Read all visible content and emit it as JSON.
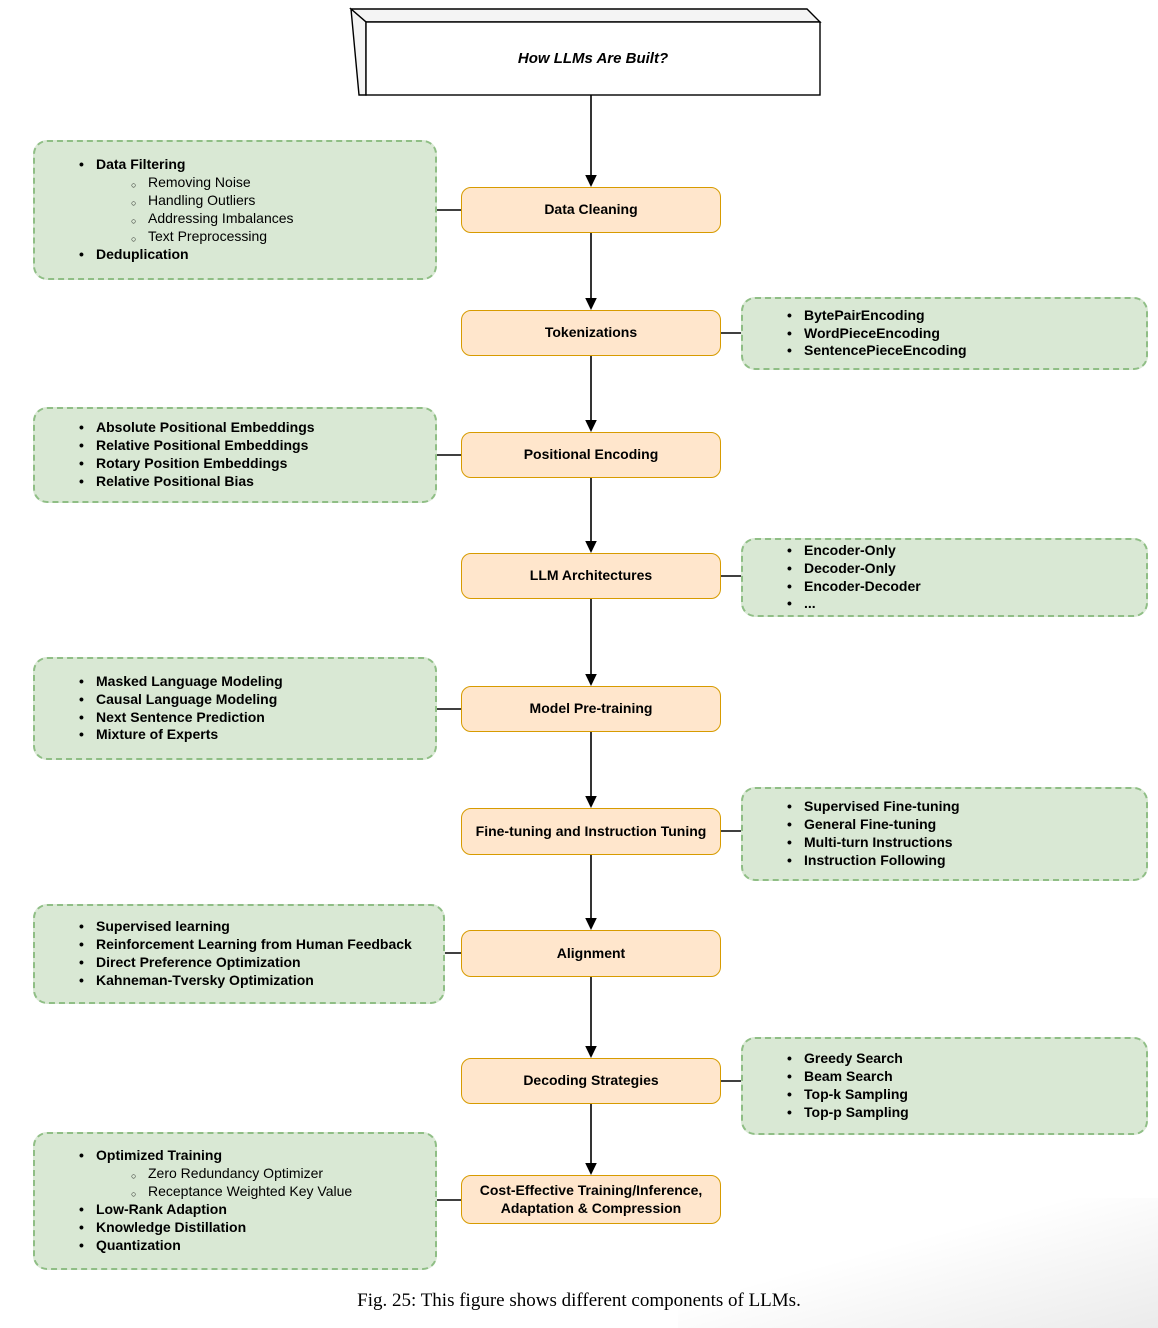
{
  "title": "How LLMs Are Built?",
  "caption": "Fig. 25: This figure shows different components of LLMs.",
  "colors": {
    "process_fill": "#ffe6cc",
    "process_border": "#d79b00",
    "note_fill": "#d9e8d4",
    "note_border": "#8fbe85"
  },
  "steps": [
    {
      "label": "Data Cleaning",
      "note": {
        "side": "left",
        "items": [
          {
            "text": "Data Filtering",
            "level": 1
          },
          {
            "text": "Removing Noise",
            "level": 2
          },
          {
            "text": "Handling Outliers",
            "level": 2
          },
          {
            "text": "Addressing Imbalances",
            "level": 2
          },
          {
            "text": "Text Preprocessing",
            "level": 2
          },
          {
            "text": "Deduplication",
            "level": 1
          }
        ]
      }
    },
    {
      "label": "Tokenizations",
      "note": {
        "side": "right",
        "items": [
          {
            "text": "BytePairEncoding",
            "level": 1
          },
          {
            "text": "WordPieceEncoding",
            "level": 1
          },
          {
            "text": "SentencePieceEncoding",
            "level": 1
          }
        ]
      }
    },
    {
      "label": "Positional Encoding",
      "note": {
        "side": "left",
        "items": [
          {
            "text": "Absolute Positional Embeddings",
            "level": 1
          },
          {
            "text": "Relative Positional Embeddings",
            "level": 1
          },
          {
            "text": "Rotary Position Embeddings",
            "level": 1
          },
          {
            "text": "Relative Positional Bias",
            "level": 1
          }
        ]
      }
    },
    {
      "label": "LLM Architectures",
      "note": {
        "side": "right",
        "items": [
          {
            "text": "Encoder-Only",
            "level": 1
          },
          {
            "text": "Decoder-Only",
            "level": 1
          },
          {
            "text": "Encoder-Decoder",
            "level": 1
          },
          {
            "text": "...",
            "level": 1
          }
        ]
      }
    },
    {
      "label": "Model Pre-training",
      "note": {
        "side": "left",
        "items": [
          {
            "text": "Masked Language Modeling",
            "level": 1
          },
          {
            "text": "Causal Language Modeling",
            "level": 1
          },
          {
            "text": "Next Sentence Prediction",
            "level": 1
          },
          {
            "text": "Mixture of Experts",
            "level": 1
          }
        ]
      }
    },
    {
      "label": "Fine-tuning and Instruction Tuning",
      "note": {
        "side": "right",
        "items": [
          {
            "text": "Supervised Fine-tuning",
            "level": 1
          },
          {
            "text": "General Fine-tuning",
            "level": 1
          },
          {
            "text": "Multi-turn Instructions",
            "level": 1
          },
          {
            "text": "Instruction Following",
            "level": 1
          }
        ]
      }
    },
    {
      "label": "Alignment",
      "note": {
        "side": "left",
        "items": [
          {
            "text": "Supervised learning",
            "level": 1
          },
          {
            "text": "Reinforcement Learning from Human Feedback",
            "level": 1
          },
          {
            "text": "Direct Preference Optimization",
            "level": 1
          },
          {
            "text": "Kahneman-Tversky Optimization",
            "level": 1
          }
        ]
      }
    },
    {
      "label": "Decoding Strategies",
      "note": {
        "side": "right",
        "items": [
          {
            "text": "Greedy Search",
            "level": 1
          },
          {
            "text": "Beam Search",
            "level": 1
          },
          {
            "text": "Top-k Sampling",
            "level": 1
          },
          {
            "text": "Top-p Sampling",
            "level": 1
          }
        ]
      }
    },
    {
      "label": "Cost-Effective Training/Inference,\nAdaptation & Compression",
      "note": {
        "side": "left",
        "items": [
          {
            "text": "Optimized Training",
            "level": 1
          },
          {
            "text": "Zero Redundancy Optimizer",
            "level": 2
          },
          {
            "text": "Receptance Weighted Key Value",
            "level": 2
          },
          {
            "text": "Low-Rank Adaption",
            "level": 1
          },
          {
            "text": "Knowledge Distillation",
            "level": 1
          },
          {
            "text": "Quantization",
            "level": 1
          }
        ]
      }
    }
  ]
}
